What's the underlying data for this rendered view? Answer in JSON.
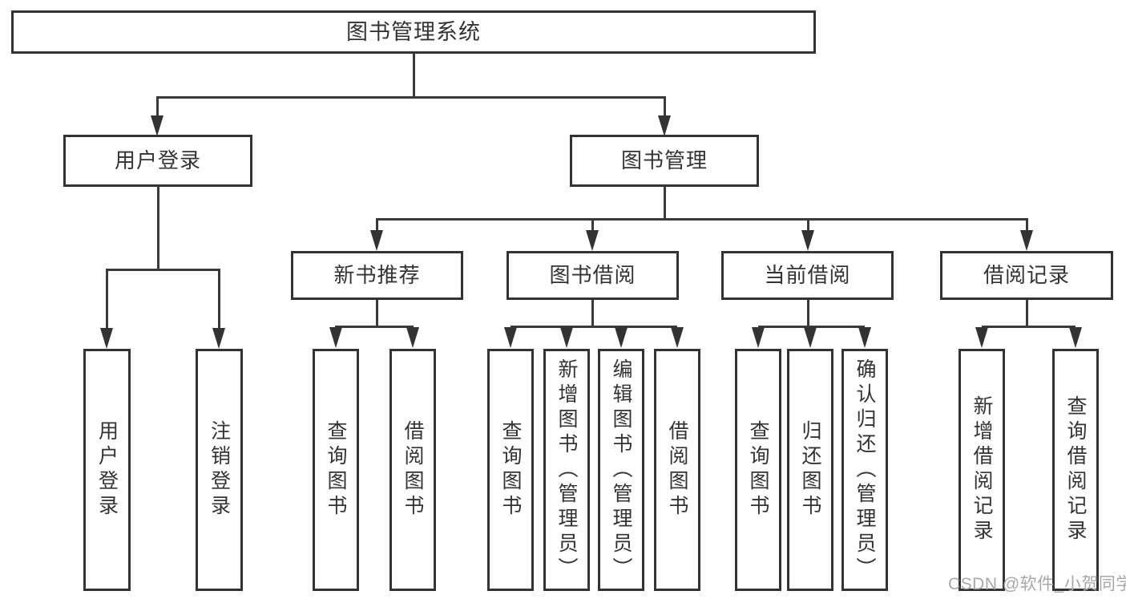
{
  "diagram": {
    "root": "图书管理系统",
    "level2": [
      "用户登录",
      "图书管理"
    ],
    "level3": [
      "新书推荐",
      "图书借阅",
      "当前借阅",
      "借阅记录"
    ],
    "leaves": {
      "user_login": [
        "用户登录",
        "注销登录"
      ],
      "new_book": [
        "查询图书",
        "借阅图书"
      ],
      "book_borrow": [
        "查询图书",
        "新增图书（管理员）",
        "编辑图书（管理员）",
        "借阅图书"
      ],
      "current_borrow": [
        "查询图书",
        "归还图书",
        "确认归还（管理员）"
      ],
      "borrow_record": [
        "新增借阅记录",
        "查询借阅记录"
      ]
    }
  },
  "watermark": "CSDN @软件_小贺同学",
  "colors": {
    "line": "#3a3a3a",
    "border": "#333333",
    "text": "#333333",
    "watermark": "#a8a8a8",
    "background": "#ffffff"
  }
}
